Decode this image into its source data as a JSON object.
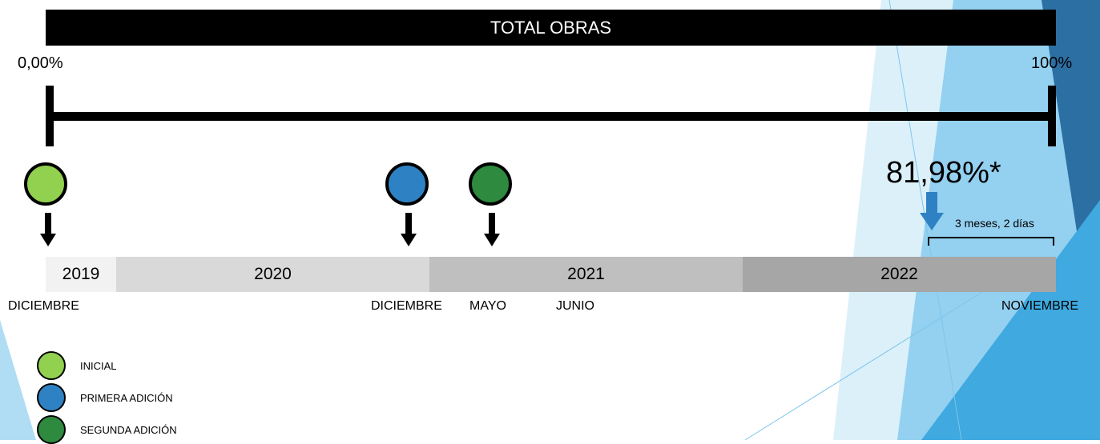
{
  "header": {
    "title": "TOTAL OBRAS"
  },
  "scale": {
    "start_label": "0,00%",
    "end_label": "100%"
  },
  "milestones": [
    {
      "name": "inicial",
      "color": "#92d050"
    },
    {
      "name": "primera-adicion",
      "color": "#2e82c4"
    },
    {
      "name": "segunda-adicion",
      "color": "#2e8a3f"
    }
  ],
  "years": [
    {
      "label": "2019",
      "color": "#f2f2f2"
    },
    {
      "label": "2020",
      "color": "#d9d9d9"
    },
    {
      "label": "2021",
      "color": "#bfbfbf"
    },
    {
      "label": "2022",
      "color": "#a6a6a6"
    }
  ],
  "months": {
    "diciembre_2019": "DICIEMBRE",
    "diciembre_2020": "DICIEMBRE",
    "mayo": "MAYO",
    "junio": "JUNIO",
    "noviembre": "NOVIEMBRE"
  },
  "progress": {
    "label": "81,98%*",
    "arrow_color": "#2e82c4",
    "duration": "3 meses, 2 días"
  },
  "legend": [
    {
      "label": "INICIAL",
      "color": "#92d050"
    },
    {
      "label": "PRIMERA ADICIÓN",
      "color": "#2e82c4"
    },
    {
      "label": "SEGUNDA ADICIÓN",
      "color": "#2e8a3f"
    }
  ],
  "decoration": {
    "colors": [
      "#3fa9e0",
      "#7cc6ec",
      "#2c6fa3",
      "#bfe4f6"
    ]
  }
}
